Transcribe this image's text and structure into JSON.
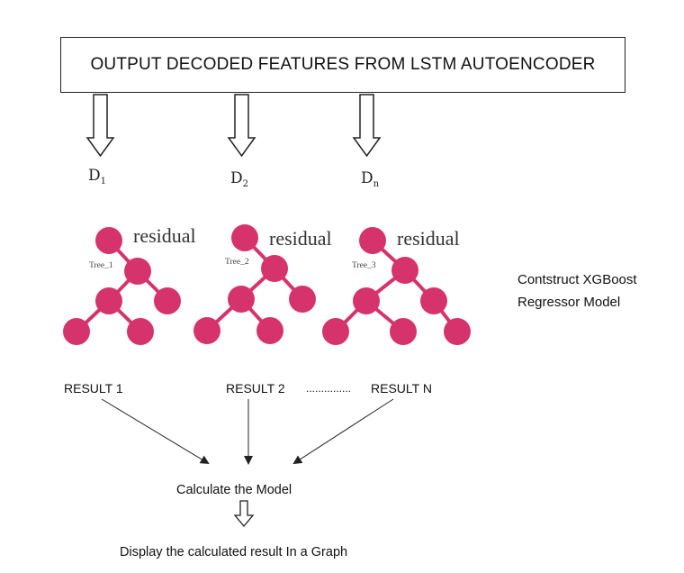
{
  "header": {
    "title": "OUTPUT DECODED FEATURES FROM LSTM AUTOENCODER"
  },
  "branches": [
    {
      "d_main": "D",
      "d_sub": "1",
      "residual": "residual",
      "tree_label": "Tree_1"
    },
    {
      "d_main": "D",
      "d_sub": "2",
      "residual": "residual",
      "tree_label": "Tree_2"
    },
    {
      "d_main": "D",
      "d_sub": "n",
      "residual": "residual",
      "tree_label": "Tree_3"
    }
  ],
  "side_note": {
    "line1": "Contstruct XGBoost",
    "line2": "Regressor Model"
  },
  "results": {
    "r1": "RESULT 1",
    "r2": "RESULT 2",
    "dots": "...............",
    "rn": "RESULT N"
  },
  "calculate": "Calculate the Model",
  "display": "Display the calculated result In a Graph",
  "colors": {
    "node": "#d6336c",
    "box_border": "#222222",
    "arrow": "#222222"
  }
}
